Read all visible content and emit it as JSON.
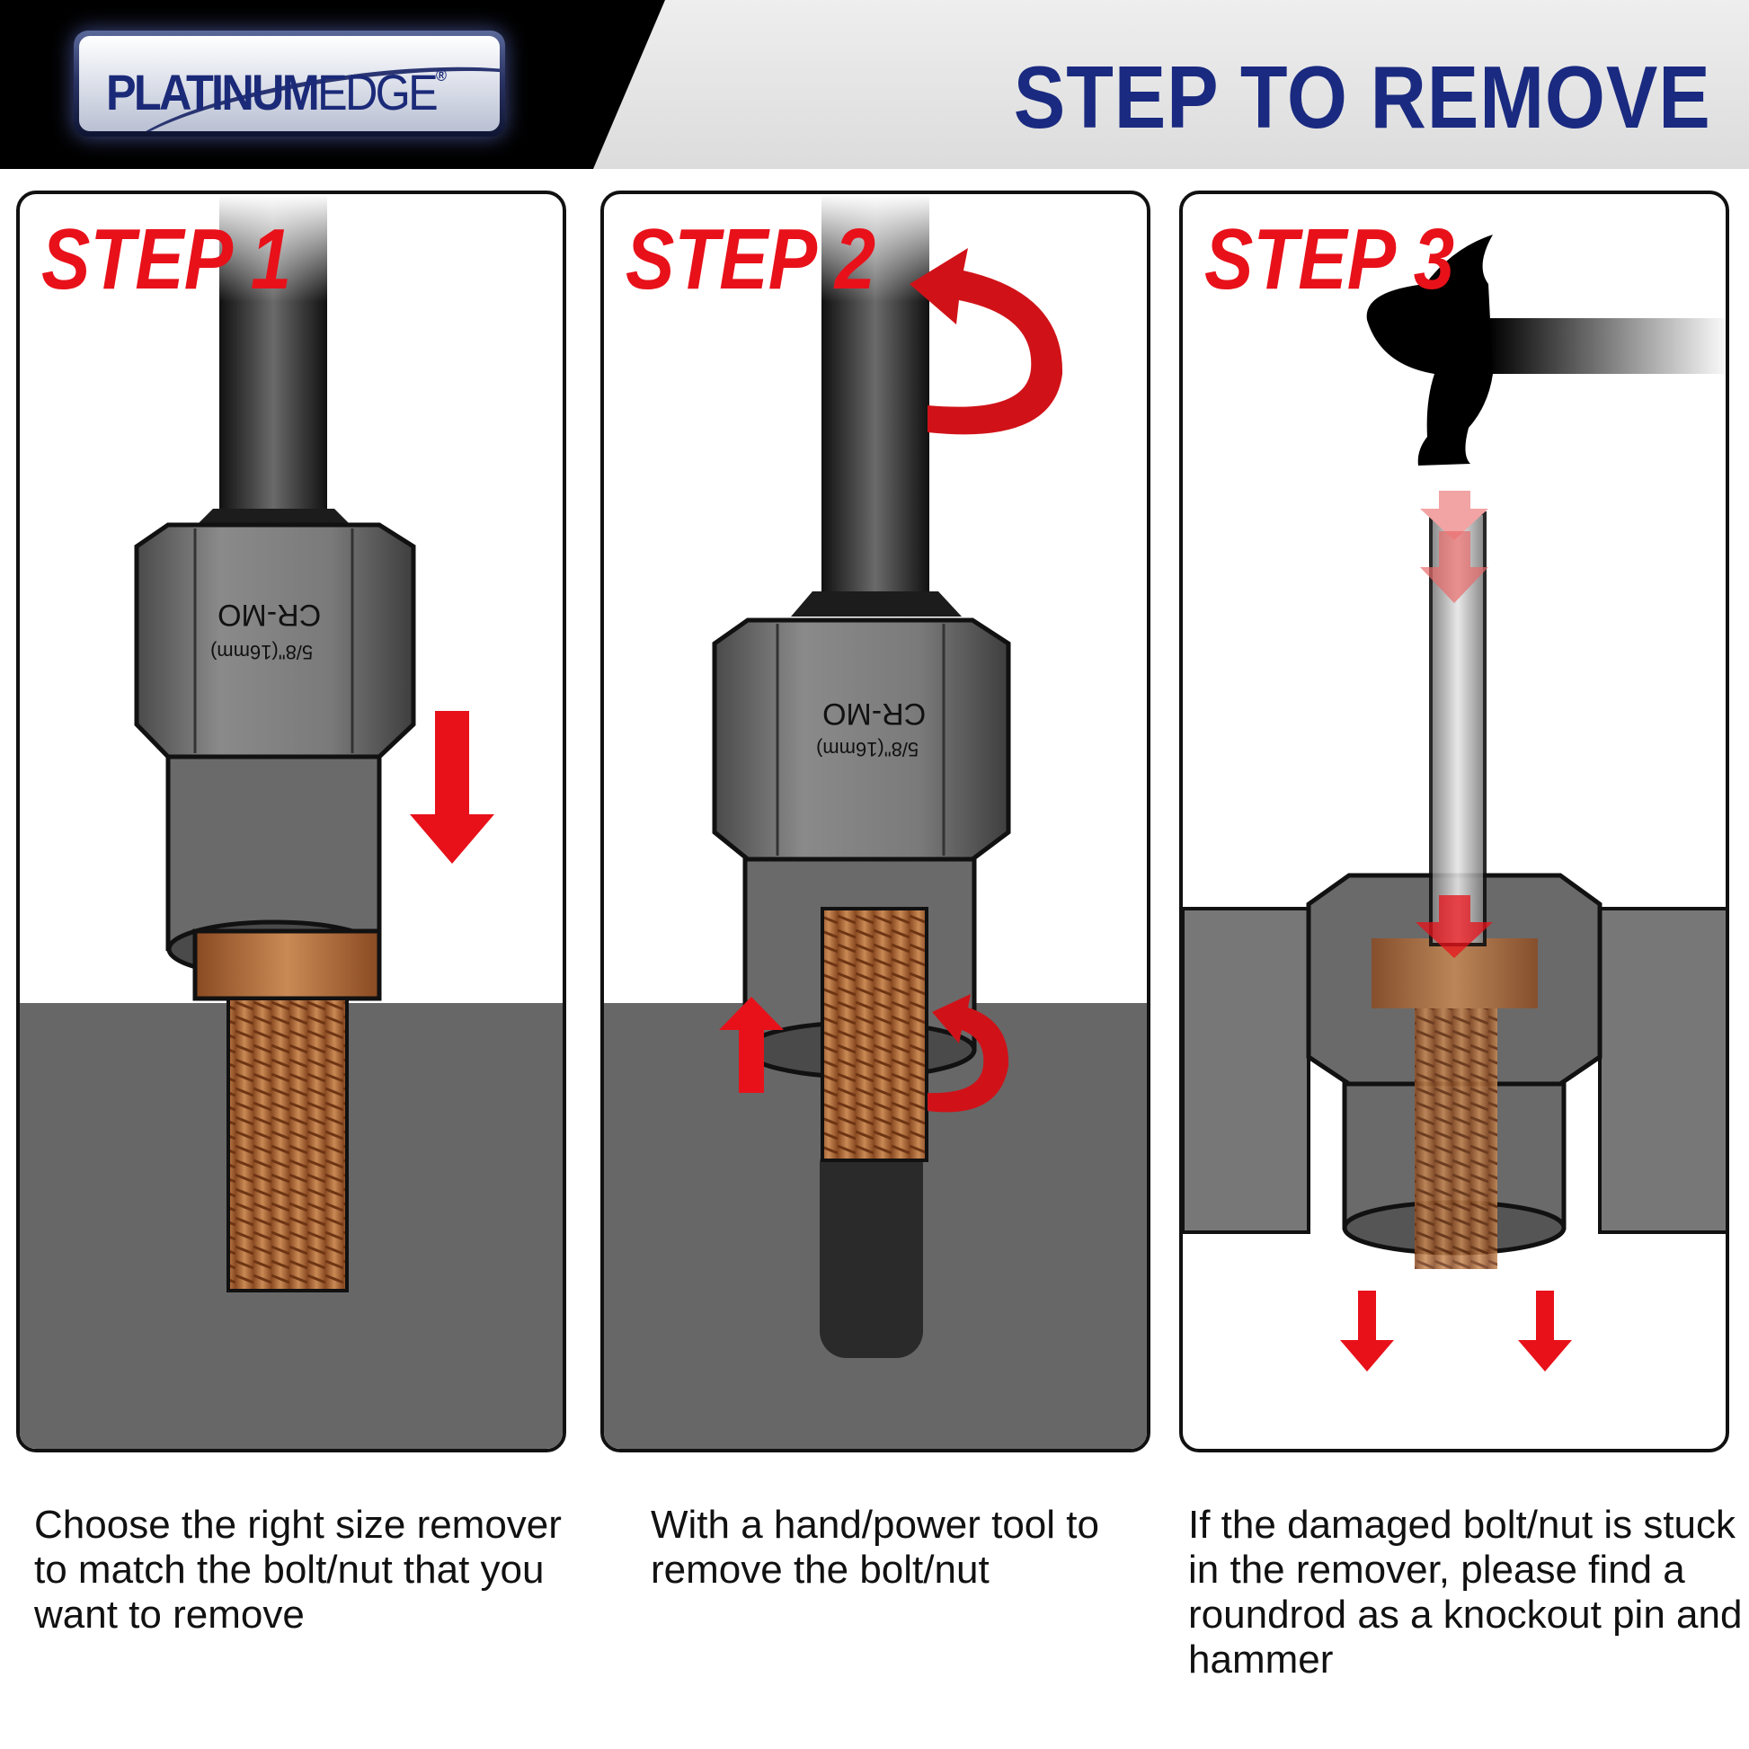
{
  "header": {
    "logo": {
      "brand_bold": "PLATINUM",
      "brand_light": "EDGE",
      "registered": "®"
    },
    "title": "STEP TO REMOVE"
  },
  "steps": [
    {
      "label": "STEP 1",
      "socket_text_1": "CR-MO",
      "socket_text_2": "5/8\"(16mm)",
      "caption": "Choose the right size remover to match the bolt/nut that you want to remove"
    },
    {
      "label": "STEP 2",
      "socket_text_1": "CR-MO",
      "socket_text_2": "5/8\"(16mm)",
      "caption": "With a hand/power tool to remove the bolt/nut"
    },
    {
      "label": "STEP 3",
      "caption": "If the damaged bolt/nut is stuck in the remover, please find a roundrod as a knockout pin and hammer"
    }
  ],
  "colors": {
    "accent_red": "#e8111a",
    "title_blue": "#1a2a80",
    "rust": "#b0683a",
    "steel": "#6b6b6b"
  }
}
